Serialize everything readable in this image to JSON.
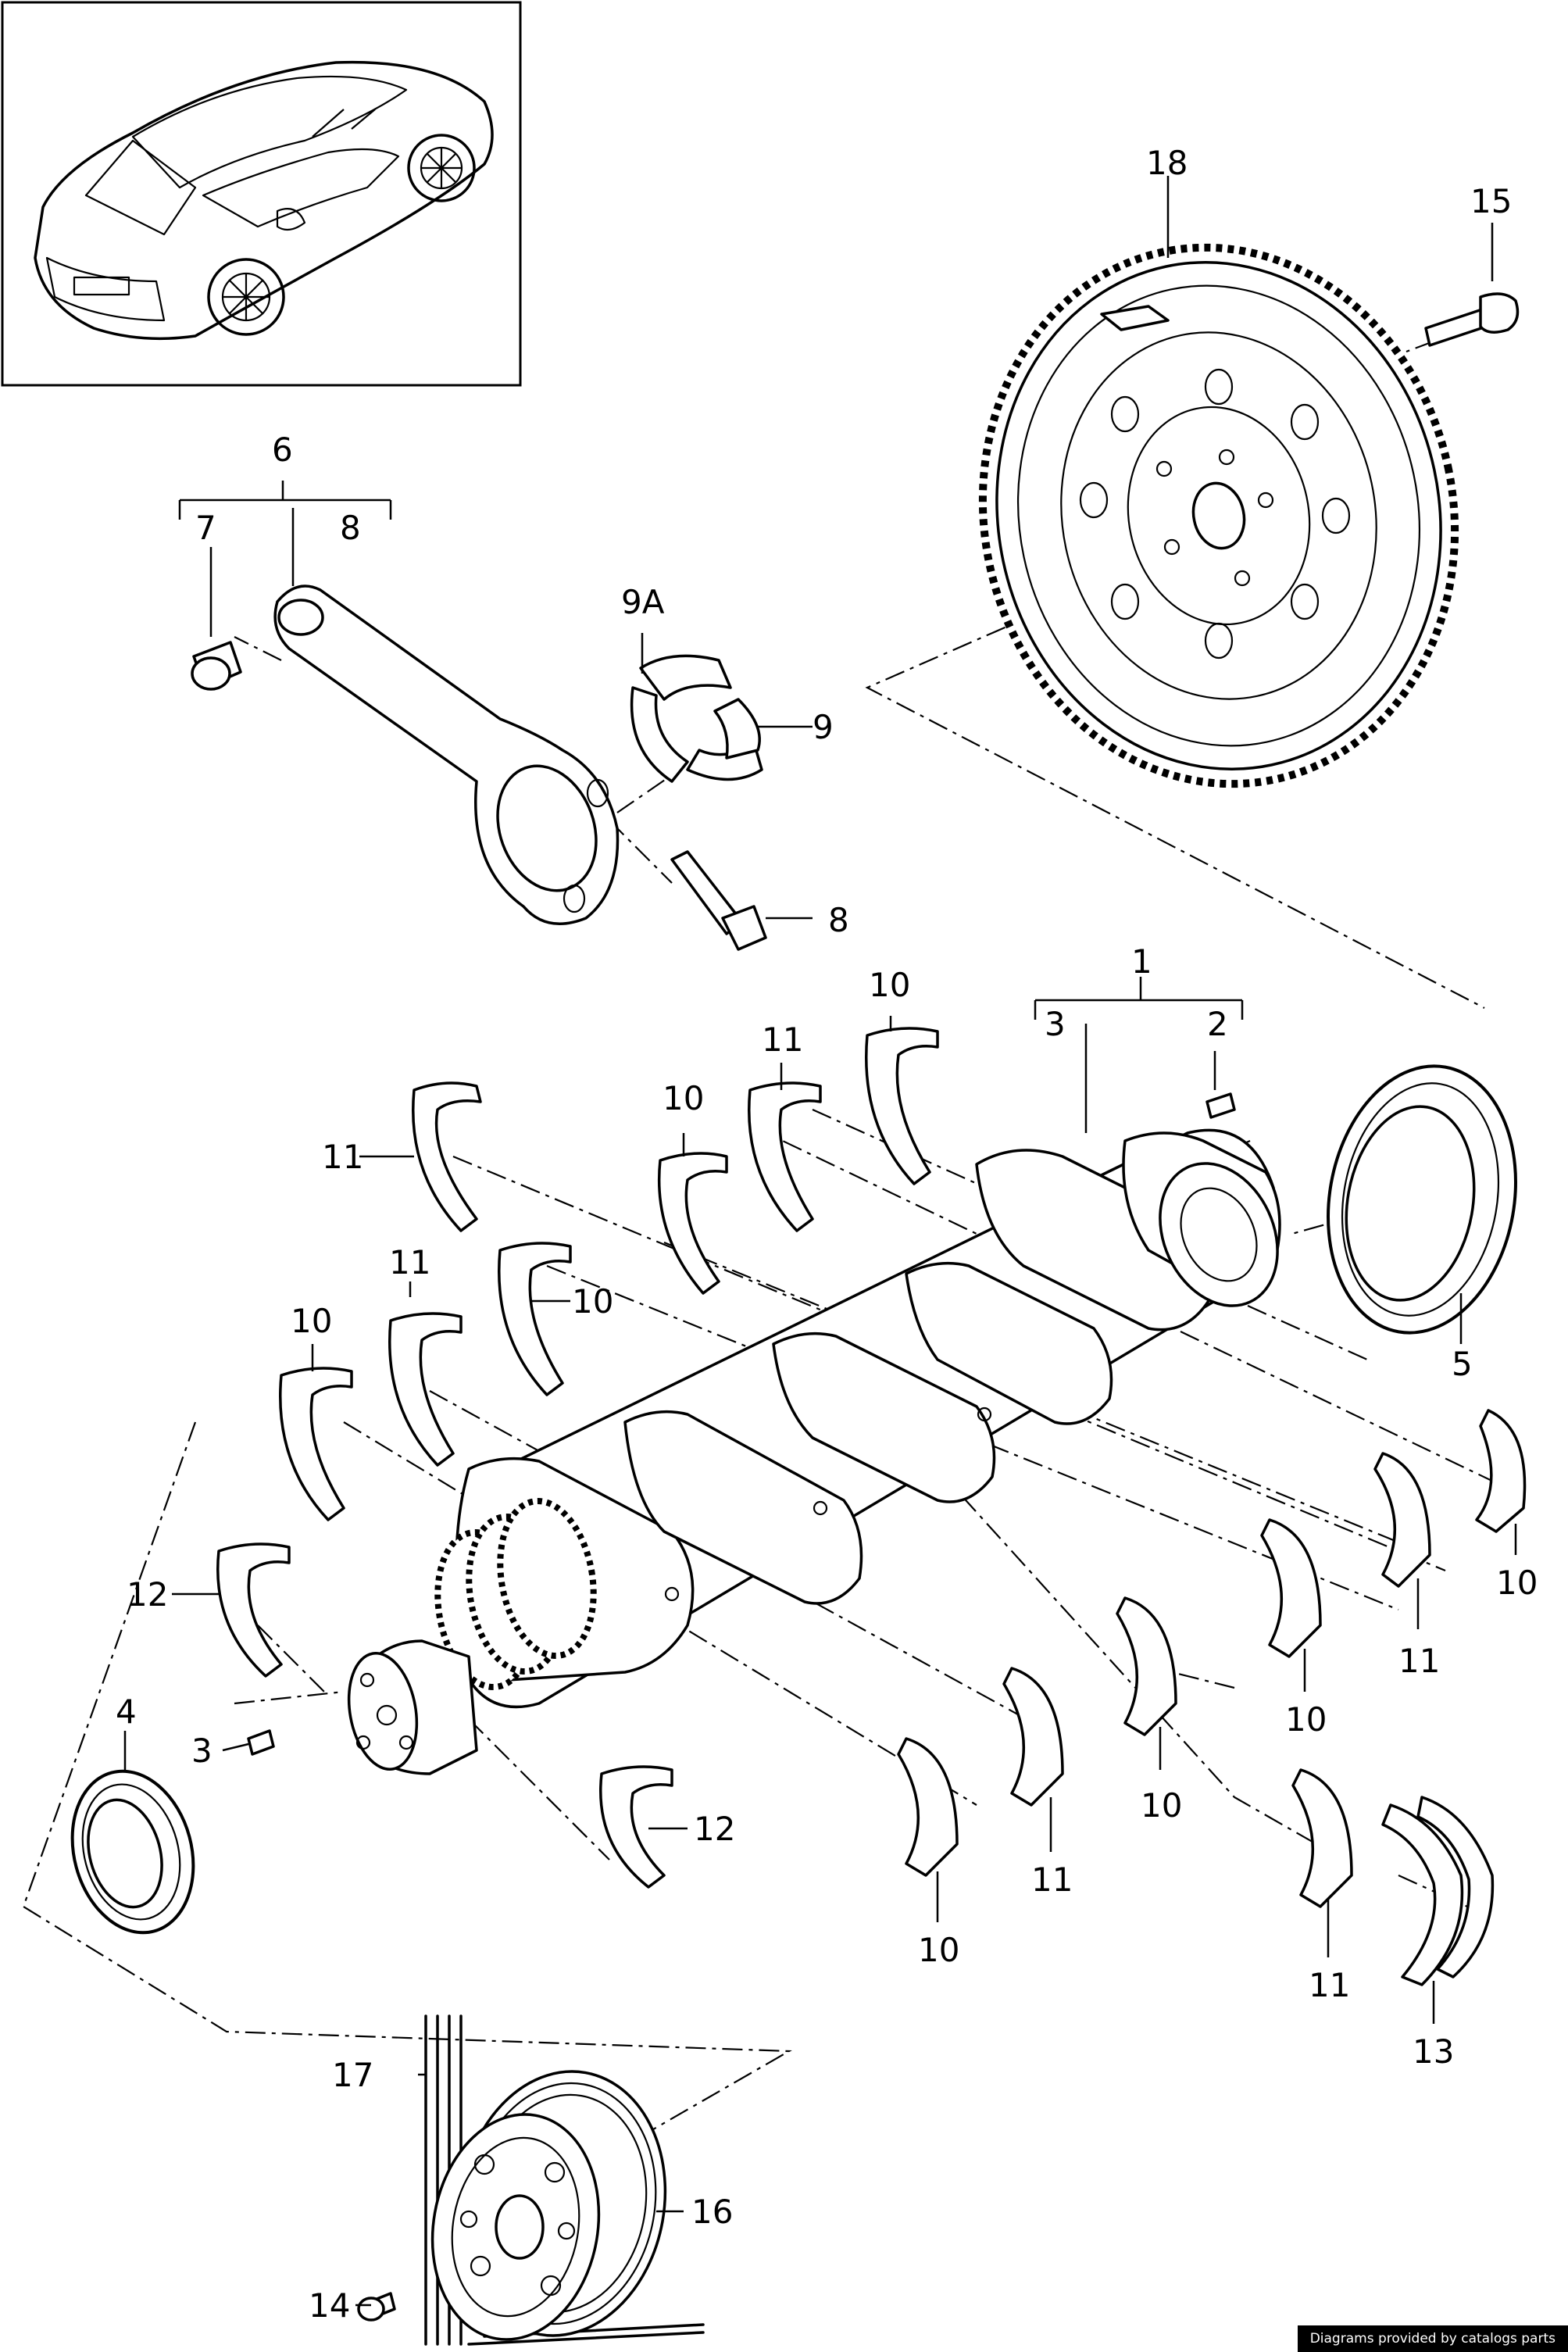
{
  "labels": [
    {
      "id": "p1",
      "text": "1"
    },
    {
      "id": "p2",
      "text": "2"
    },
    {
      "id": "p3a",
      "text": "3"
    },
    {
      "id": "p3b",
      "text": "3"
    },
    {
      "id": "p4",
      "text": "4"
    },
    {
      "id": "p5",
      "text": "5"
    },
    {
      "id": "p6",
      "text": "6"
    },
    {
      "id": "p7",
      "text": "7"
    },
    {
      "id": "p8a",
      "text": "8"
    },
    {
      "id": "p8b",
      "text": "8"
    },
    {
      "id": "p9",
      "text": "9"
    },
    {
      "id": "p9a",
      "text": "9A"
    },
    {
      "id": "p10a",
      "text": "10"
    },
    {
      "id": "p10b",
      "text": "10"
    },
    {
      "id": "p10c",
      "text": "10"
    },
    {
      "id": "p10d",
      "text": "10"
    },
    {
      "id": "p10e",
      "text": "10"
    },
    {
      "id": "p10f",
      "text": "10"
    },
    {
      "id": "p10g",
      "text": "10"
    },
    {
      "id": "p10h",
      "text": "10"
    },
    {
      "id": "p11a",
      "text": "11"
    },
    {
      "id": "p11b",
      "text": "11"
    },
    {
      "id": "p11c",
      "text": "11"
    },
    {
      "id": "p11d",
      "text": "11"
    },
    {
      "id": "p11e",
      "text": "11"
    },
    {
      "id": "p11f",
      "text": "11"
    },
    {
      "id": "p12a",
      "text": "12"
    },
    {
      "id": "p12b",
      "text": "12"
    },
    {
      "id": "p13",
      "text": "13"
    },
    {
      "id": "p14",
      "text": "14"
    },
    {
      "id": "p15",
      "text": "15"
    },
    {
      "id": "p16",
      "text": "16"
    },
    {
      "id": "p17",
      "text": "17"
    },
    {
      "id": "p18",
      "text": "18"
    }
  ],
  "footer": {
    "credit": "Diagrams provided by catalogs parts"
  }
}
